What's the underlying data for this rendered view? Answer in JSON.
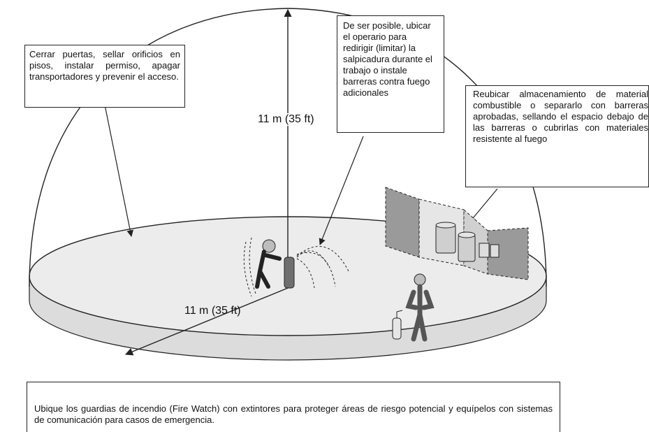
{
  "notes": {
    "access": "Cerrar puertas, sellar orificios en pisos, instalar permiso, apagar transportadores y prevenir el acceso.",
    "operator": "De ser posible, ubicar el operario para redirigir (limitar) la salpicadura durante el trabajo o instale barreras contra fuego adicionales",
    "storage": "Reubicar almacenamiento de material combustible o separarlo con barreras aprobadas, sellando el espacio debajo de las barreras o cubrirlas con materiales resistente al fuego",
    "firewatch": "Ubique los guardias de incendio (Fire Watch) con extintores para proteger áreas de riesgo potencial y equípelos con sistemas de comunicación para casos de emergencia."
  },
  "dimensions": {
    "vertical": "11 m (35 ft)",
    "horizontal": "11 m (35 ft)"
  },
  "colors": {
    "line": "#222222",
    "floor": "#ececec",
    "barrier": "#9a9a9a"
  }
}
